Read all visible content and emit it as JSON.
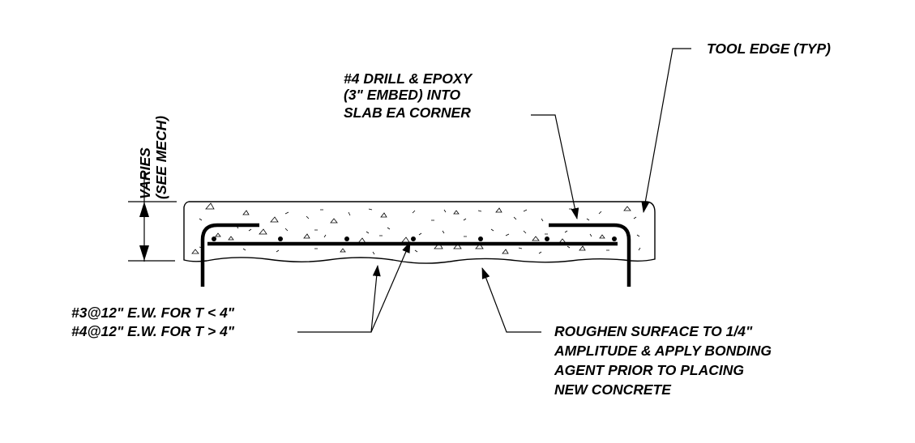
{
  "labels": {
    "varies_line1": "VARIES",
    "varies_line2": "(SEE MECH)",
    "dowel_line1": "#4 DRILL  & EPOXY",
    "dowel_line2": "(3\" EMBED) INTO",
    "dowel_line3": "SLAB EA CORNER",
    "tool_edge": "TOOL EDGE (TYP)",
    "rebar_line1": "#3@12\" E.W. FOR T < 4\"",
    "rebar_line2": "#4@12\" E.W. FOR T > 4\"",
    "roughen_line1": "ROUGHEN SURFACE TO 1/4\"",
    "roughen_line2": "AMPLITUDE & APPLY BONDING",
    "roughen_line3": "AGENT PRIOR TO PLACING",
    "roughen_line4": "NEW CONCRETE"
  }
}
